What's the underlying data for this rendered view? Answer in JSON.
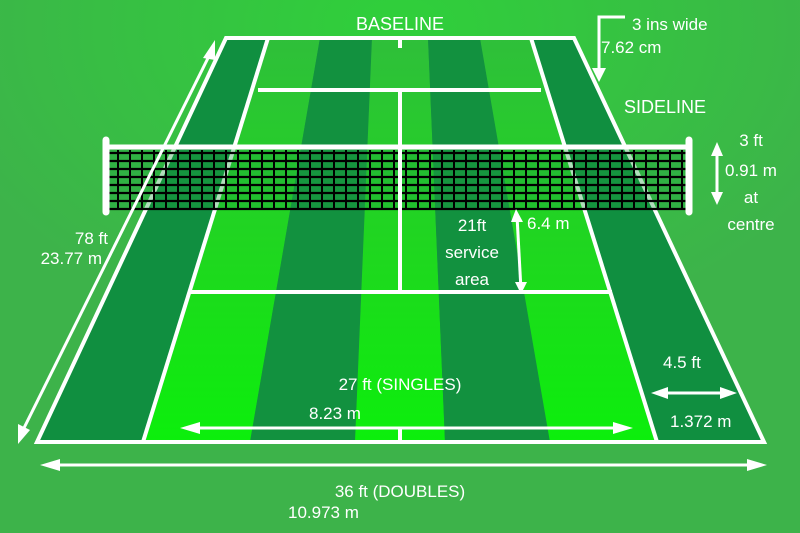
{
  "title": "Tennis court dimensions",
  "colors": {
    "background": "#3db34a",
    "stripe_dark": "#0e8f42",
    "stripe_mid": "#27a84a",
    "stripe_light": "#2fc43a",
    "stripe_bright": "#0ee60e",
    "line": "#ffffff",
    "net": "#000000"
  },
  "labels": {
    "baseline": "BASELINE",
    "sideline": "SIDELINE",
    "line_width_ins": "3 ins wide",
    "line_width_cm": "7.62 cm",
    "net_height_ft": "3 ft",
    "net_height_m": "0.91 m",
    "net_height_at": "at",
    "net_height_centre": "centre",
    "length_ft": "78 ft",
    "length_m": "23.77 m",
    "service_ft": "21ft",
    "service_word": "service",
    "service_area": "area",
    "service_m": "6.4 m",
    "singles_ft": "27 ft (SINGLES)",
    "singles_m": "8.23 m",
    "alley_ft": "4.5 ft",
    "alley_m": "1.372 m",
    "doubles_ft": "36 ft (DOUBLES)",
    "doubles_m": "10.973 m"
  }
}
